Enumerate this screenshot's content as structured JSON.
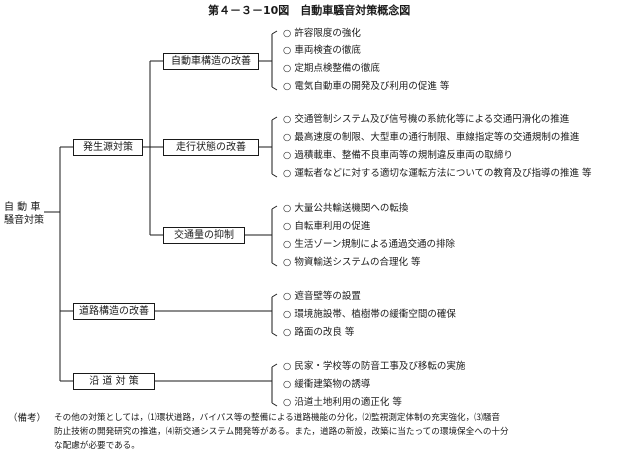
{
  "title": "第４－３－10図　自動車騒音対策概念図",
  "root": [
    "自 動 車",
    "騒音対策"
  ],
  "branches": [
    {
      "label": "発生源対策",
      "children": [
        {
          "label": "自動車構造の改善",
          "items": [
            "許容限度の強化",
            "車両検査の徹底",
            "定期点検整備の徹底",
            "電気自動車の開発及び利用の促進 等"
          ]
        },
        {
          "label": "走行状態の改善",
          "items": [
            "交通管制システム及び信号機の系統化等による交通円滑化の推進",
            "最高速度の制限、大型車の通行制限、車線指定等の交通規制の推進",
            "過積載車、整備不良車両等の規制違反車両の取締り",
            "運転者などに対する適切な運転方法についての教育及び指導の推進 等"
          ]
        },
        {
          "label": "交通量の抑制",
          "items": [
            "大量公共輸送機関への転換",
            "自転車利用の促進",
            "生活ゾーン規制による通過交通の排除",
            "物資輸送システムの合理化 等"
          ]
        }
      ]
    },
    {
      "label": "道路構造の改善",
      "items": [
        "遮音壁等の設置",
        "環境施設帯、植樹帯の緩衝空間の確保",
        "路面の改良 等"
      ]
    },
    {
      "label": "沿 道 対 策",
      "items": [
        "民家・学校等の防音工事及び移転の実施",
        "緩衝建築物の誘導",
        "沿道土地利用の適正化 等"
      ]
    }
  ],
  "note": {
    "label": "（備考）",
    "lines": [
      "その他の対策としては，⑴環状道路，バイパス等の整備による道路機能の分化，⑵監視測定体制の充実強化，⑶騒音",
      "防止技術の開発研究の推進，⑷新交通システム開発等がある。また，道路の新設，改築に当たっての環境保全への十分",
      "な配慮が必要である。"
    ]
  }
}
